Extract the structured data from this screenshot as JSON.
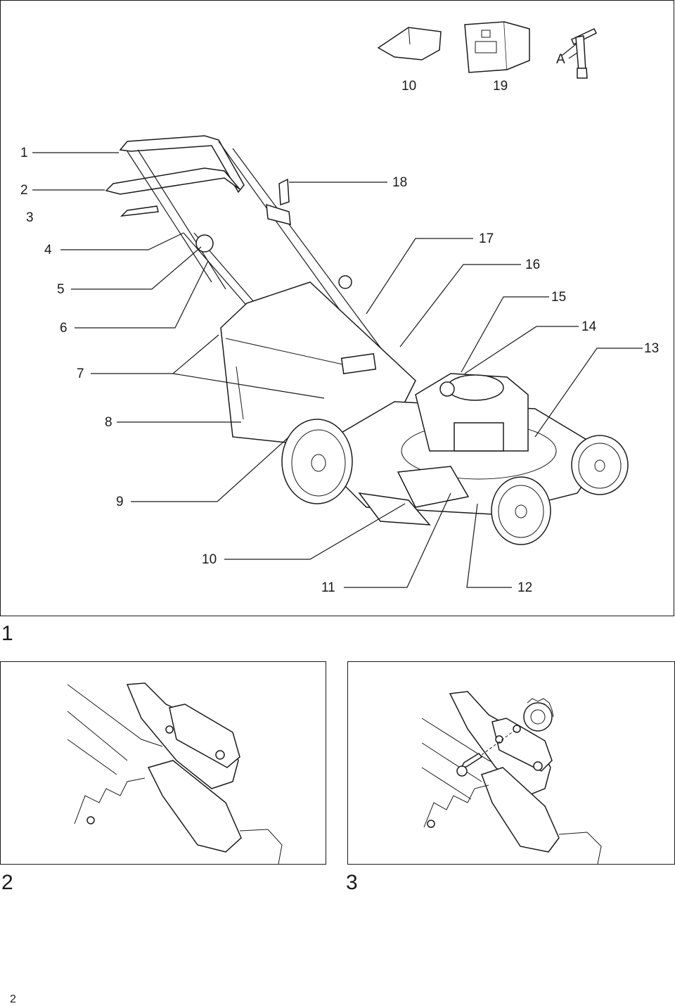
{
  "figures": [
    {
      "number": "1",
      "callouts": [
        "1",
        "2",
        "3",
        "4",
        "5",
        "6",
        "7",
        "8",
        "9",
        "10",
        "11",
        "12",
        "13",
        "14",
        "15",
        "16",
        "17",
        "18"
      ],
      "accessories": [
        "10",
        "19",
        "A"
      ]
    },
    {
      "number": "2"
    },
    {
      "number": "3"
    }
  ],
  "page_number": "2"
}
